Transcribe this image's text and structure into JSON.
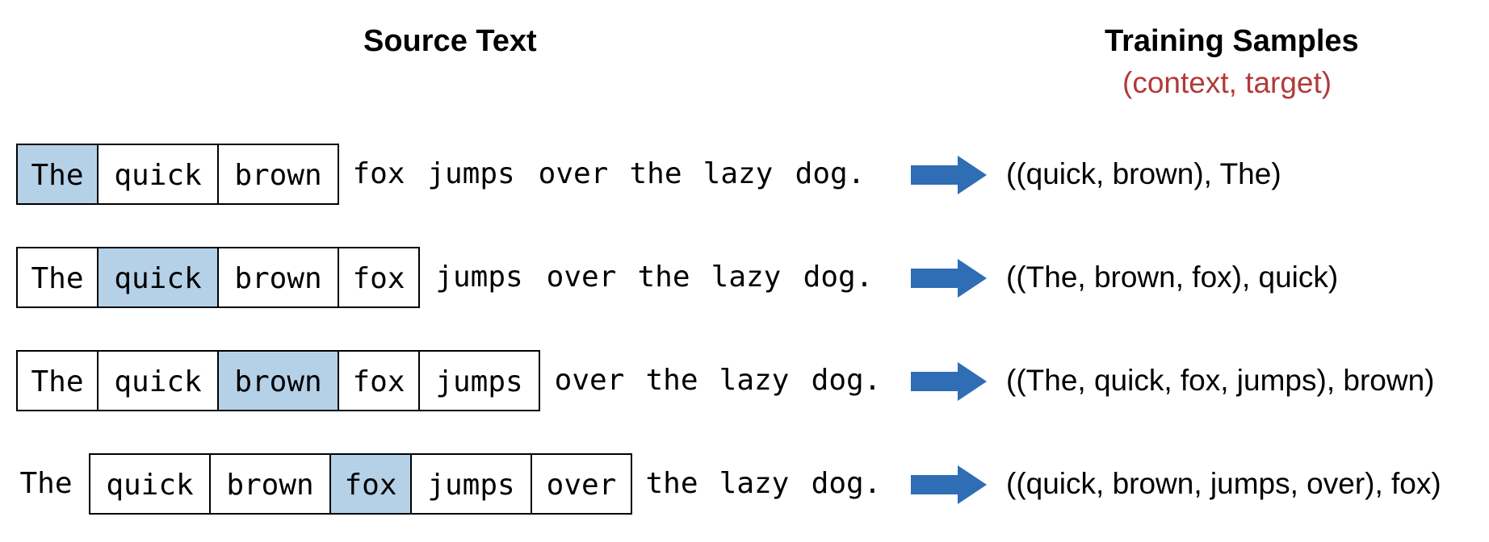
{
  "headers": {
    "source": "Source Text",
    "training": "Training Samples",
    "training_sub": "(context, target)"
  },
  "colors": {
    "target_fill": "#b5d1e8",
    "arrow": "#2f6db5",
    "subtitle": "#b23a3a",
    "border": "#000000"
  },
  "tokens": [
    "The",
    "quick",
    "brown",
    "fox",
    "jumps",
    "over",
    "the",
    "lazy",
    "dog."
  ],
  "rows": [
    {
      "window": [
        0,
        2
      ],
      "target": 0,
      "sample": "((quick, brown), The)"
    },
    {
      "window": [
        0,
        3
      ],
      "target": 1,
      "sample": "((The, brown, fox), quick)"
    },
    {
      "window": [
        0,
        4
      ],
      "target": 2,
      "sample": "((The, quick, fox, jumps), brown)"
    },
    {
      "window": [
        1,
        5
      ],
      "target": 3,
      "sample": "((quick, brown, jumps, over), fox)"
    }
  ]
}
